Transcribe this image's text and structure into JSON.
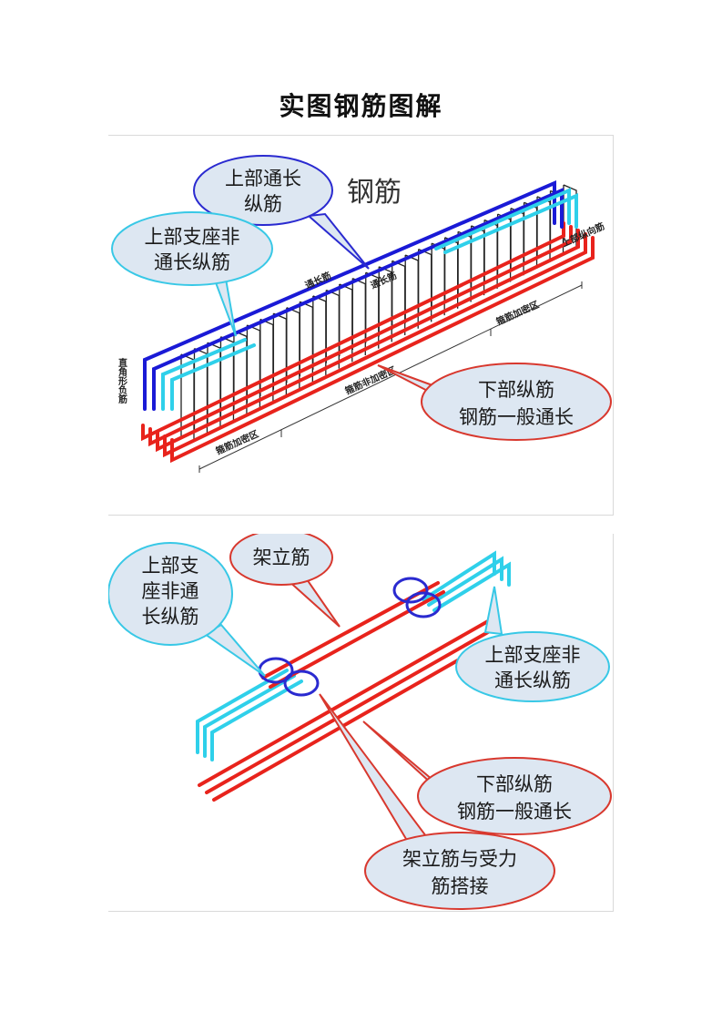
{
  "title": "实图钢筋图解",
  "figure1": {
    "heading": "钢筋",
    "callouts": {
      "top_through": [
        "上部通长",
        "纵筋"
      ],
      "top_support": [
        "上部支座非",
        "通长纵筋"
      ],
      "bottom_long": [
        "下部纵筋",
        "钢筋一般通长"
      ]
    },
    "beam_labels": {
      "through_bar_1": "通长筋",
      "through_bar_2": "通长筋",
      "stirrup_dense_right": "箍筋加密区",
      "stirrup_normal": "箍筋非加密区",
      "stirrup_dense_left": "箍筋加密区",
      "right_angle_bar": "直角形负筋",
      "end_bar": "上部纵向筋"
    }
  },
  "figure2": {
    "callouts": {
      "top_support_left": [
        "上部支",
        "座非通",
        "长纵筋"
      ],
      "erection_bar": [
        "架立筋"
      ],
      "top_support_right": [
        "上部支座非",
        "通长纵筋"
      ],
      "bottom_long": [
        "下部纵筋",
        "钢筋一般通长"
      ],
      "lap_splice": [
        "架立筋与受力",
        "筋搭接"
      ]
    }
  },
  "colors": {
    "blue_bar": "#1a1ad6",
    "cyan_bar": "#2fd0ea",
    "red_bar": "#e8231c",
    "callout_fill": "#dde7f2",
    "blue_outline": "#2a2ad0",
    "cyan_outline": "#38c8e6",
    "red_outline": "#d8382e"
  }
}
